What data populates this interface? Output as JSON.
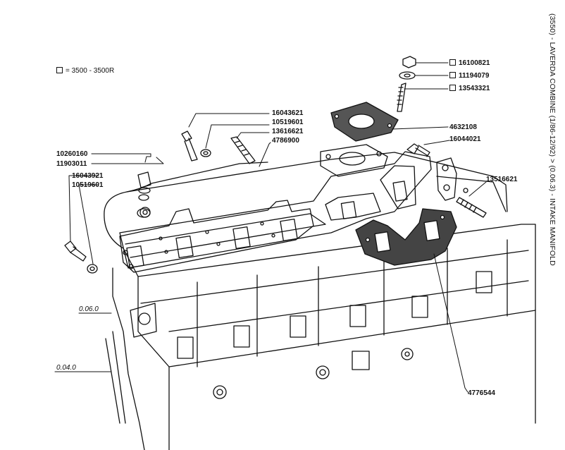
{
  "title": "(3550) - LAVERDA COMBINE (1/86-12/92) > (0.06.3) - INTAKE MANIFOLD",
  "legend": {
    "symbol": "square",
    "text": "= 3500 - 3500R"
  },
  "refs": {
    "upper": "0.06.0",
    "lower": "0.04.0"
  },
  "parts": [
    {
      "number": "16100821",
      "marked": true
    },
    {
      "number": "11194079",
      "marked": true
    },
    {
      "number": "13543321",
      "marked": true
    },
    {
      "number": "4632108",
      "marked": false
    },
    {
      "number": "16044021",
      "marked": false
    },
    {
      "number": "13516621",
      "marked": false
    },
    {
      "number": "16043621",
      "marked": false
    },
    {
      "number": "10519601",
      "marked": false
    },
    {
      "number": "13616621",
      "marked": false
    },
    {
      "number": "4786900",
      "marked": false
    },
    {
      "number": "10260160",
      "marked": false
    },
    {
      "number": "11903011",
      "marked": false
    },
    {
      "number": "16043921",
      "marked": false
    },
    {
      "number": "10519601",
      "marked": false
    },
    {
      "number": "4776544",
      "marked": false
    }
  ]
}
